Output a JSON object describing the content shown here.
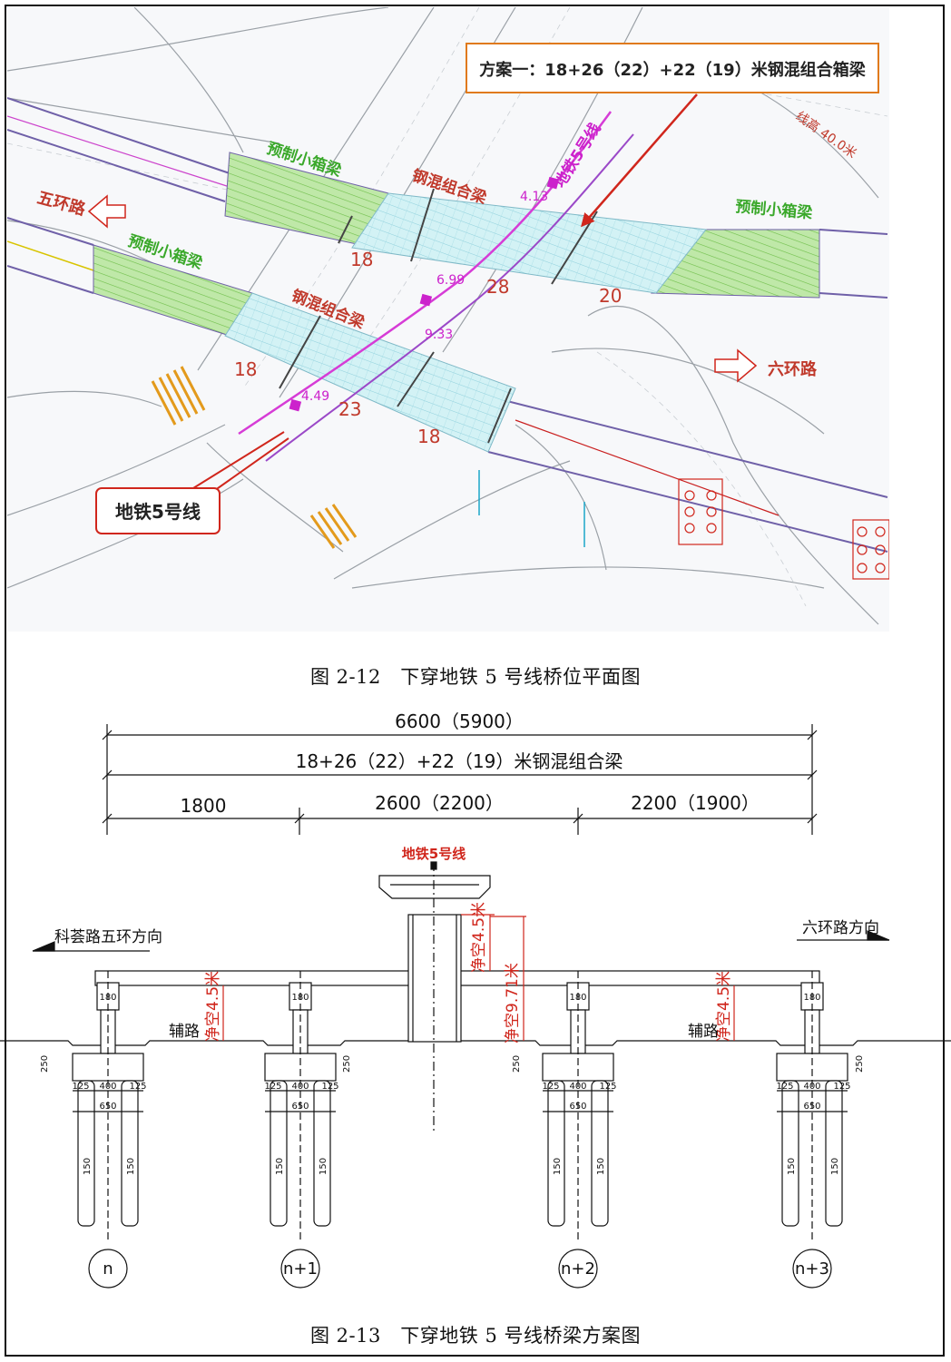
{
  "plan": {
    "callout_scheme": "方案一：18+26（22）+22（19）米钢混组合箱梁",
    "callout_metro": "地铁5号线",
    "label_precast_1": "预制小箱梁",
    "label_precast_2": "预制小箱梁",
    "label_precast_3": "预制小箱梁",
    "label_steel_1": "钢混组合梁",
    "label_steel_2": "钢混组合梁",
    "label_metro_line": "地铁5号线",
    "label_wuhuan": "五环路",
    "label_liuhuan": "六环路",
    "label_elevation": "线高  40.0米",
    "span_18a": "18",
    "span_28": "28",
    "span_20": "20",
    "span_18b": "18",
    "span_23": "23",
    "span_18c": "18",
    "dim_413": "4.13",
    "dim_699": "6.99",
    "dim_933": "9.33",
    "dim_449": "4.49"
  },
  "caption_1": "图 2-12　下穿地铁 5 号线桥位平面图",
  "elevation": {
    "dim_total": "6600（5900）",
    "dim_scheme": "18+26（22）+22（19）米钢混组合梁",
    "dim_1800": "1800",
    "dim_2600": "2600（2200）",
    "dim_2200": "2200（1900）",
    "metro_label": "地铁5号线",
    "dir_left": "科荟路五环方向",
    "dir_right": "六环路方向",
    "clear_45_top": "净空4.5米",
    "clear_971": "净空9.71米",
    "clear_45_left": "净空4.5米",
    "clear_45_right": "净空4.5米",
    "side_road_left": "辅路",
    "side_road_right": "辅路",
    "cap_180": "180",
    "pile_cap_250": "250",
    "pile_125": "125",
    "pile_400": "400",
    "pile_650": "650",
    "pile_150": "150",
    "axis_n": "n",
    "axis_n1": "n+1",
    "axis_n2": "n+2",
    "axis_n3": "n+3"
  },
  "caption_2": "图 2-13　下穿地铁 5 号线桥梁方案图"
}
